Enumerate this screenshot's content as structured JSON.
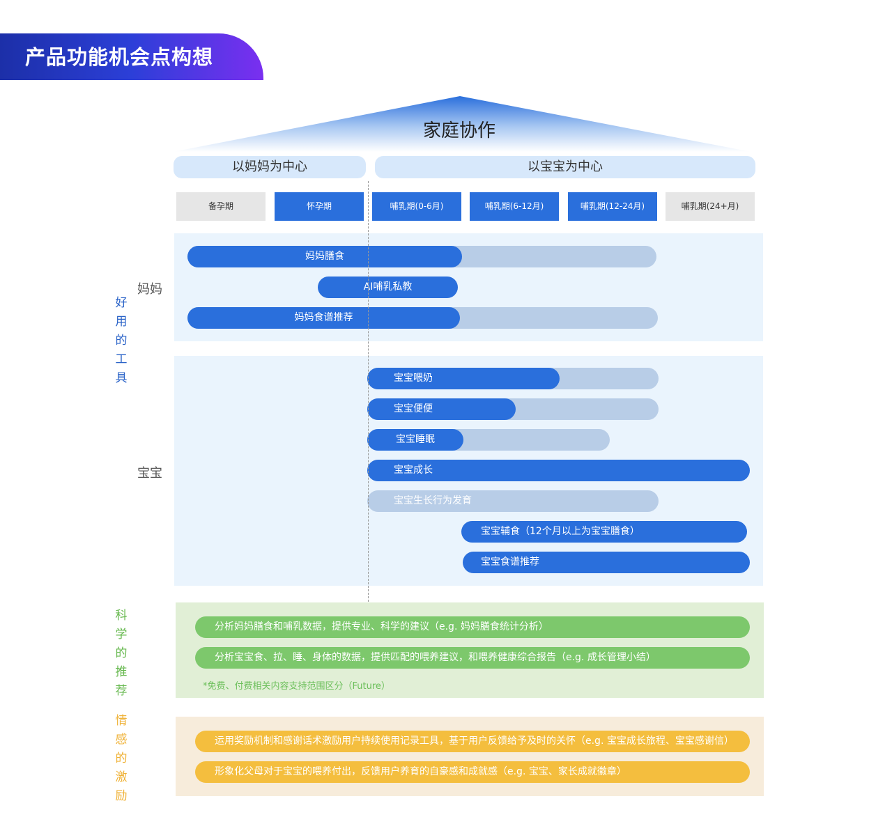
{
  "header": {
    "title": "产品功能机会点构想"
  },
  "roof": {
    "title": "家庭协作"
  },
  "centers": {
    "mom": "以妈妈为中心",
    "baby": "以宝宝为中心"
  },
  "stages": [
    "备孕期",
    "怀孕期",
    "哺乳期(0-6月)",
    "哺乳期(6-12月)",
    "哺乳期(12-24月)",
    "哺乳期(24+月)"
  ],
  "side_labels": {
    "tools": [
      "好",
      "用",
      "的",
      "工",
      "具"
    ],
    "science": [
      "科",
      "学",
      "的",
      "推",
      "荐"
    ],
    "emotion": [
      "情",
      "感",
      "的",
      "激",
      "励"
    ]
  },
  "roles": {
    "mom": "妈妈",
    "baby": "宝宝"
  },
  "mom_features": [
    "妈妈膳食",
    "AI哺乳私教",
    "妈妈食谱推荐"
  ],
  "baby_features": [
    "宝宝喂奶",
    "宝宝便便",
    "宝宝睡眠",
    "宝宝成长",
    "宝宝生长行为发育",
    "宝宝辅食（12个月以上为宝宝膳食）",
    "宝宝食谱推荐"
  ],
  "science_items": [
    "分析妈妈膳食和哺乳数据，提供专业、科学的建议（e.g. 妈妈膳食统计分析）",
    "分析宝宝食、拉、睡、身体的数据，提供匹配的喂养建议，和喂养健康综合报告（e.g. 成长管理小结）"
  ],
  "science_note": "*免费、付费相关内容支持范围区分（Future）",
  "emotion_items": [
    "运用奖励机制和感谢话术激励用户持续使用记录工具，基于用户反馈给予及时的关怀（e.g. 宝宝成长旅程、宝宝感谢信）",
    "形象化父母对于宝宝的喂养付出，反馈用户养育的自豪感和成就感（e.g. 宝宝、家长成就徽章）"
  ],
  "colors": {
    "primary_blue": "#2a6fdc",
    "light_track": "#b8cde7",
    "tools_label": "#2a63c8",
    "science_label": "#66b84e",
    "emotion_label": "#efb135"
  }
}
